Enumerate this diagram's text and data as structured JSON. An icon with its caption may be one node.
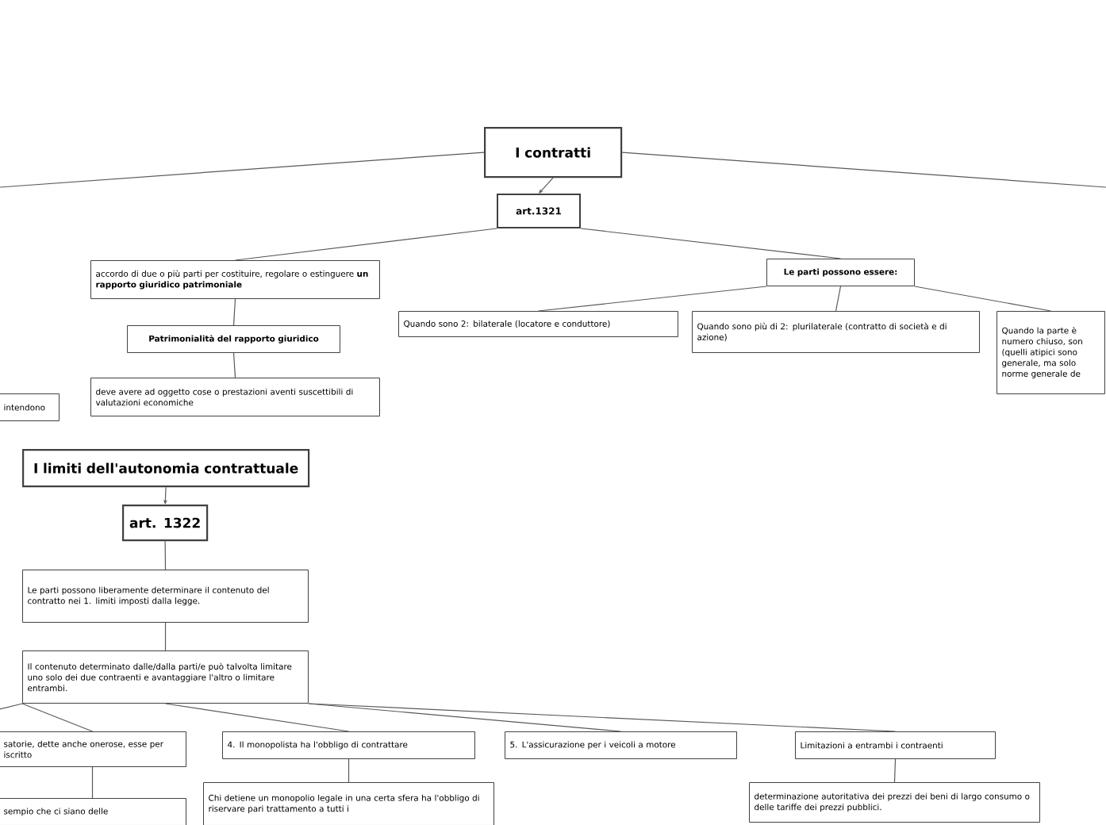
{
  "diagram": {
    "nodes": [
      {
        "text": [
          "I contratti"
        ]
      },
      {
        "text": [
          "art.1321"
        ]
      },
      {
        "text": [
          "accordo di due o più parti per costituire, regolare o estinguere **un rapporto giuridico patrimoniale**"
        ]
      },
      {
        "text": [
          "Patrimonialità del rapporto giuridico"
        ]
      },
      {
        "text": [
          "deve avere ad oggetto cose o prestazioni aventi suscettibili di valutazioni economiche"
        ]
      },
      {
        "text": [
          "Le parti possono essere:"
        ]
      },
      {
        "text": [
          "Quando sono 2: bilaterale (locatore e conduttore)"
        ]
      },
      {
        "text": [
          "Quando sono più di 2: plurilaterale (contratto di società e di azione)"
        ]
      },
      {
        "text": [
          "Quando la parte è numero chiuso, son (quelli atipici sono generale, ma solo norme generale de"
        ]
      },
      {
        "text": [
          "intendono"
        ]
      },
      {
        "text": [
          "I limiti dell'autonomia contrattuale"
        ]
      },
      {
        "text": [
          "art. 1322"
        ]
      },
      {
        "text": [
          "Le parti possono liberamente determinare il contenuto del contratto nei 1. limiti imposti dalla legge."
        ]
      },
      {
        "text": [
          "Il contenuto determinato dalle/dalla parti/e può talvolta limitare uno solo dei due contraenti e avantaggiare l'altro o limitare entrambi."
        ]
      },
      {
        "text": [
          "satorie, dette anche onerose, esse per iscritto"
        ]
      },
      {
        "text": [
          "4. Il monopolista ha l'obbligo di contrattare"
        ]
      },
      {
        "text": [
          "5. L'assicurazione per i veicoli a motore"
        ]
      },
      {
        "text": [
          "Limitazioni a entrambi i contraenti"
        ]
      },
      {
        "text": [
          "sempio che ci siano delle"
        ]
      },
      {
        "text": [
          "Chi detiene un monopolio legale in una certa sfera ha l'obbligo di riservare pari trattamento a tutti i"
        ]
      },
      {
        "text": [
          "determinazione autoritativa dei prezzi dei beni di largo consumo o delle tariffe dei prezzi pubblici."
        ]
      }
    ],
    "edges": [
      {
        "from": 0,
        "to": null,
        "arrow": "none"
      },
      {
        "from": 0,
        "to": null,
        "arrow": "none"
      },
      {
        "from": 0,
        "to": 1,
        "arrow": "to"
      },
      {
        "from": 1,
        "to": 2,
        "arrow": "none"
      },
      {
        "from": 1,
        "to": 5,
        "arrow": "none"
      },
      {
        "from": 2,
        "to": 3,
        "arrow": "none"
      },
      {
        "from": 3,
        "to": 4,
        "arrow": "none"
      },
      {
        "from": 5,
        "to": 6,
        "arrow": "none"
      },
      {
        "from": 5,
        "to": 7,
        "arrow": "none"
      },
      {
        "from": 5,
        "to": 8,
        "arrow": "none"
      },
      {
        "from": 10,
        "to": 11,
        "arrow": "to"
      },
      {
        "from": 11,
        "to": 12,
        "arrow": "none"
      },
      {
        "from": 12,
        "to": 13,
        "arrow": "none"
      },
      {
        "from": 13,
        "to": null,
        "arrow": "none"
      },
      {
        "from": 13,
        "to": 14,
        "arrow": "none"
      },
      {
        "from": 13,
        "to": 15,
        "arrow": "none"
      },
      {
        "from": 13,
        "to": 16,
        "arrow": "none"
      },
      {
        "from": 13,
        "to": 17,
        "arrow": "none"
      },
      {
        "from": 14,
        "to": 18,
        "arrow": "none"
      },
      {
        "from": 15,
        "to": 19,
        "arrow": "none"
      },
      {
        "from": 17,
        "to": 20,
        "arrow": "none"
      }
    ]
  }
}
